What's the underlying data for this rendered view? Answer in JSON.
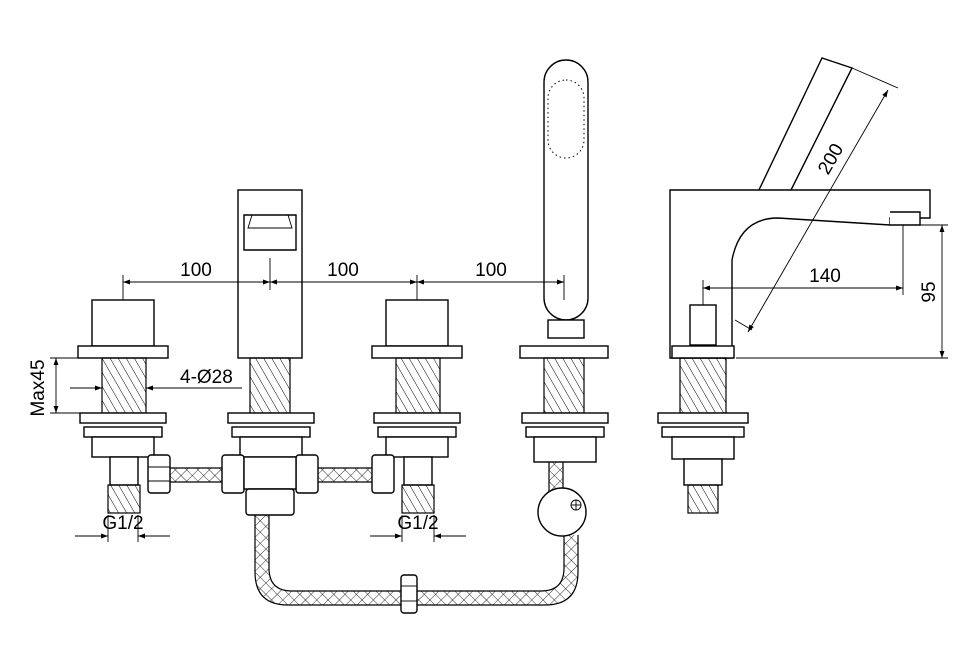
{
  "dimensions": {
    "spacing_left": "100",
    "spacing_middle": "100",
    "spacing_right": "100",
    "max_deck": "Max45",
    "hole_diameter": "4-Ø28",
    "thread_left": "G1/2",
    "thread_right": "G1/2",
    "hose_length": "200",
    "spout_reach": "140",
    "spout_height": "95"
  }
}
